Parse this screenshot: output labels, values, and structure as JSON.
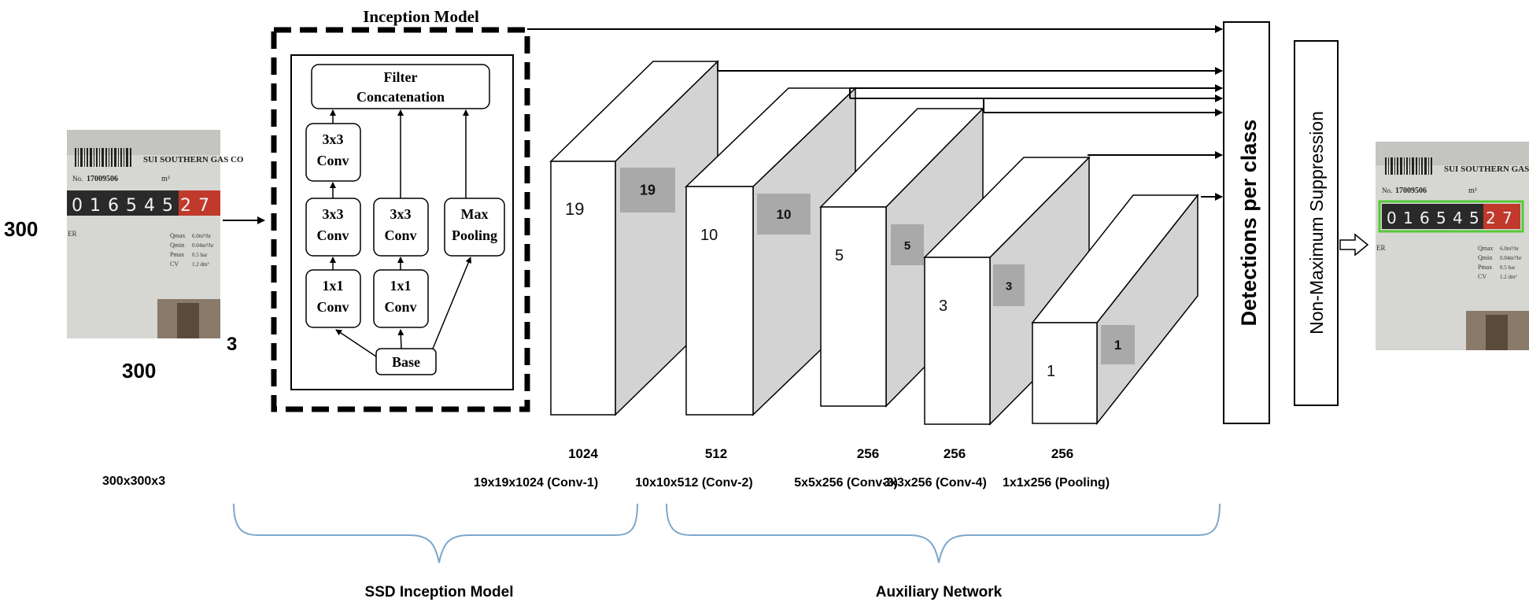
{
  "input": {
    "height_label": "300",
    "width_label": "300",
    "channels_label": "3",
    "shape_label": "300x300x3"
  },
  "meter": {
    "brand": "SUI SOUTHERN GAS CO",
    "serial": "17009506",
    "serial_prefix": "No.",
    "unit": "m³",
    "digits": [
      "0",
      "1",
      "6",
      "5",
      "4",
      "5",
      "2",
      "7"
    ],
    "readings": [
      "Qmax",
      "Qmin",
      "Pmax",
      "CV"
    ],
    "readings_values": [
      "6.0m³/hr",
      "0.04m³/hr",
      "0.5 bar",
      "1.2 dm³"
    ],
    "side_text": "ER"
  },
  "inception": {
    "title": "Inception Model",
    "filter_concat": [
      "Filter",
      "Concatenation"
    ],
    "conv3x3_a": [
      "3x3",
      "Conv"
    ],
    "conv3x3_b": [
      "3x3",
      "Conv"
    ],
    "conv3x3_c": [
      "3x3",
      "Conv"
    ],
    "maxpool": [
      "Max",
      "Pooling"
    ],
    "conv1x1_a": [
      "1x1",
      "Conv"
    ],
    "conv1x1_b": [
      "1x1",
      "Conv"
    ],
    "base": "Base"
  },
  "layers": [
    {
      "front": "19",
      "side": "19",
      "channels": "1024",
      "caption": "19x19x1024 (Conv-1)"
    },
    {
      "front": "10",
      "side": "10",
      "channels": "512",
      "caption": "10x10x512 (Conv-2)"
    },
    {
      "front": "5",
      "side": "5",
      "channels": "256",
      "caption": "5x5x256 (Conv-3)"
    },
    {
      "front": "3",
      "side": "3",
      "channels": "256",
      "caption": "3x3x256 (Conv-4)"
    },
    {
      "front": "1",
      "side": "1",
      "channels": "256",
      "caption": "1x1x256 (Pooling)"
    }
  ],
  "detections": "Detections per class",
  "nms": "Non-Maximum Suppression",
  "braces": {
    "left": "SSD Inception Model",
    "right": "Auxiliary Network"
  },
  "colors": {
    "side_face": "#d3d3d3",
    "side_label_bg": "#a9a9a9",
    "brace": "#7fa7c9",
    "meter_red": "#c0392b",
    "bbox": "#55c93a"
  }
}
